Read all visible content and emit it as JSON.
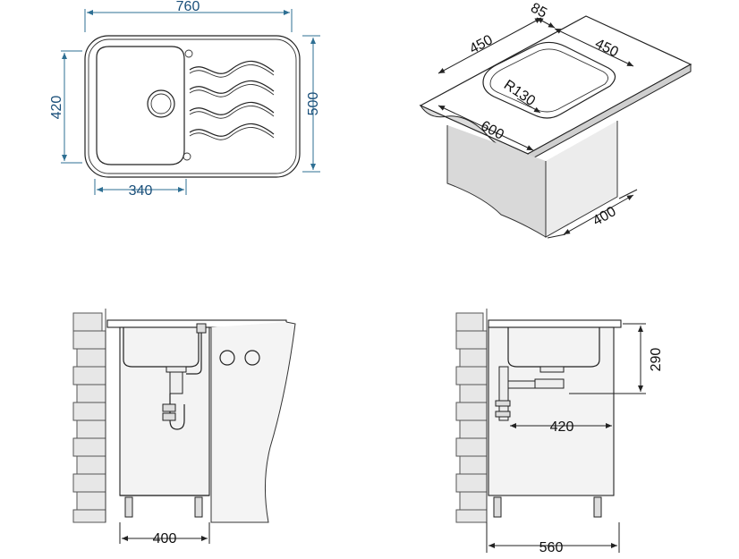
{
  "top_view": {
    "width_total": "760",
    "depth_total": "500",
    "bowl_depth": "420",
    "bowl_width": "340"
  },
  "perspective_view": {
    "offset": "85",
    "bowl_width": "450",
    "bowl_length": "450",
    "corner_radius": "R130",
    "cabinet_width": "600",
    "cabinet_depth": "400"
  },
  "front_view": {
    "cabinet_width": "400"
  },
  "side_view": {
    "height": "290",
    "drain_offset": "420",
    "cabinet_depth": "560"
  },
  "colors": {
    "dimension_blue": "#1a4f7a",
    "line_dark": "#222222",
    "brick_fill": "#e7e7e7"
  }
}
